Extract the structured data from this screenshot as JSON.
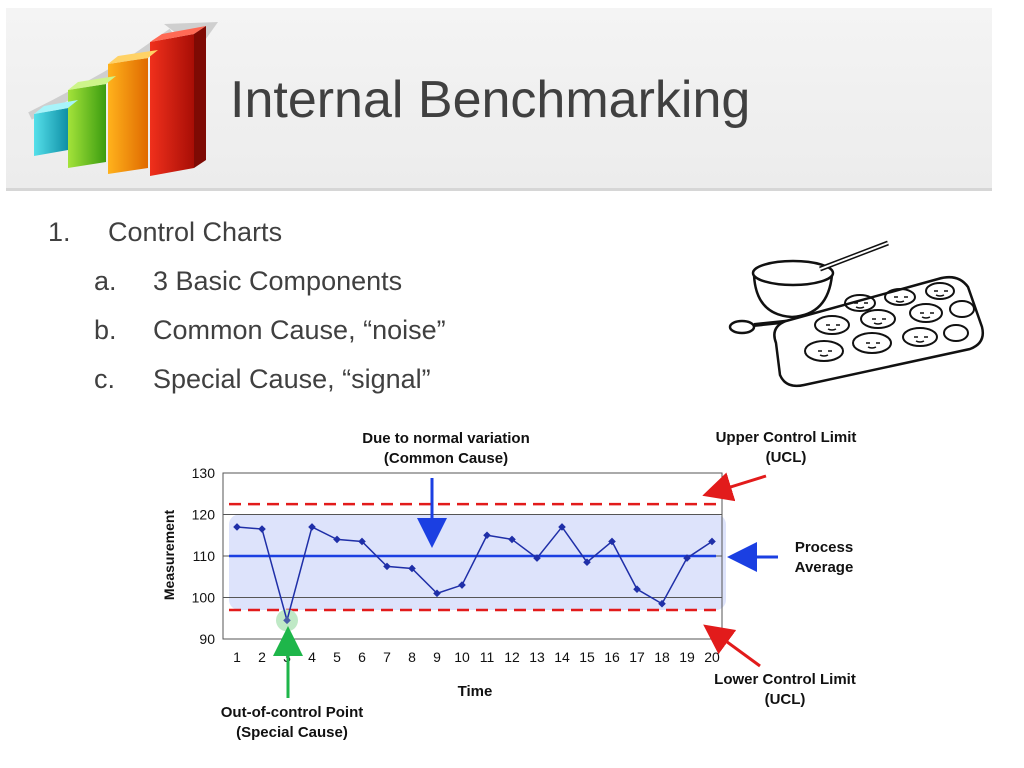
{
  "slide": {
    "title": "Internal Benchmarking",
    "list": [
      {
        "marker": "1.",
        "text": "Control Charts",
        "level": 0
      },
      {
        "marker": "a.",
        "text": "3 Basic Components",
        "level": 1
      },
      {
        "marker": "b.",
        "text": "Common Cause, “noise”",
        "level": 1
      },
      {
        "marker": "c.",
        "text": "Special Cause, “signal”",
        "level": 1
      }
    ]
  },
  "icons": {
    "logo": "bar-chart-growth-icon",
    "illustration": "baking-cookies-icon"
  },
  "colors": {
    "title": "#404040",
    "data_line": "#1f2fa8",
    "control_limit": "#e21b1b",
    "band_fill": "#dde3fb",
    "callout_blue": "#1b3fe2",
    "callout_green": "#1eb64a"
  },
  "chart_data": {
    "type": "line",
    "x": [
      1,
      2,
      3,
      4,
      5,
      6,
      7,
      8,
      9,
      10,
      11,
      12,
      13,
      14,
      15,
      16,
      17,
      18,
      19,
      20
    ],
    "values": [
      117,
      116.5,
      94.5,
      117,
      114,
      113.5,
      107.5,
      107,
      101,
      103,
      115,
      114,
      109.5,
      117,
      108.5,
      113.5,
      102,
      98.5,
      109.5,
      113.5
    ],
    "xlabel": "Time",
    "ylabel": "Measurement",
    "ylim": [
      90,
      130
    ],
    "yticks": [
      90,
      100,
      110,
      120,
      130
    ],
    "process_average": 110,
    "ucl": 122.5,
    "lcl": 97,
    "band": [
      97,
      120
    ],
    "special_point_index": 2,
    "grid": true,
    "annotations": {
      "common_cause": [
        "Due to normal variation",
        "(Common Cause)"
      ],
      "ucl": [
        "Upper Control Limit",
        "(UCL)"
      ],
      "average": [
        "Process",
        "Average"
      ],
      "lcl": [
        "Lower Control Limit",
        "(UCL)"
      ],
      "special_cause": [
        "Out-of-control Point",
        "(Special Cause)"
      ]
    }
  }
}
